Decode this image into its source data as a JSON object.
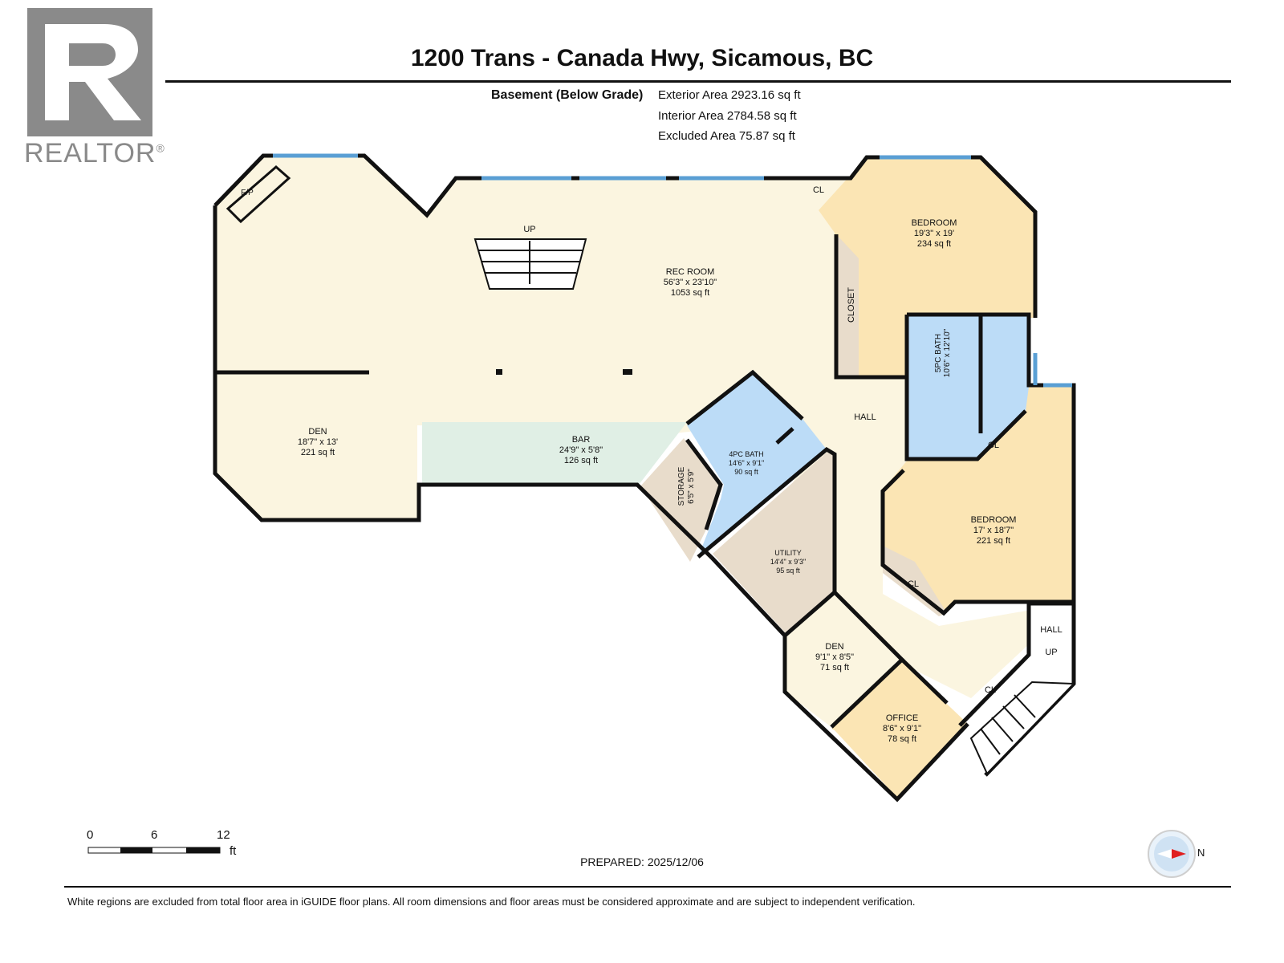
{
  "title": "1200 Trans - Canada Hwy, Sicamous, BC",
  "logo": {
    "text": "REALTOR",
    "mark": "®",
    "icon": "realtor-r-logo-icon"
  },
  "floor": {
    "name": "Basement (Below Grade)",
    "areas": [
      "Exterior Area 2923.16 sq ft",
      "Interior Area 2784.58 sq ft",
      "Excluded Area 75.87 sq ft"
    ]
  },
  "rooms": {
    "rec_room": {
      "name": "REC ROOM",
      "dims": "56'3\" x 23'10\"",
      "area": "1053 sq ft"
    },
    "bedroom_1": {
      "name": "BEDROOM",
      "dims": "19'3\" x 19'",
      "area": "234 sq ft"
    },
    "den_1": {
      "name": "DEN",
      "dims": "18'7\" x 13'",
      "area": "221 sq ft"
    },
    "bar": {
      "name": "BAR",
      "dims": "24'9\" x 5'8\"",
      "area": "126 sq ft"
    },
    "bath_4pc": {
      "name": "4PC BATH",
      "dims": "14'6\" x 9'1\"",
      "area": "90 sq ft"
    },
    "bath_5pc": {
      "name": "5PC BATH",
      "dims": "10'6\" x 12'10\""
    },
    "storage": {
      "name": "STORAGE",
      "dims": "6'5\" x 5'9\""
    },
    "utility": {
      "name": "UTILITY",
      "dims": "14'4\" x 9'3\"",
      "area": "95 sq ft"
    },
    "bedroom_2": {
      "name": "BEDROOM",
      "dims": "17' x 18'7\"",
      "area": "221 sq ft"
    },
    "den_2": {
      "name": "DEN",
      "dims": "9'1\" x 8'5\"",
      "area": "71 sq ft"
    },
    "office": {
      "name": "OFFICE",
      "dims": "8'6\" x 9'1\"",
      "area": "78 sq ft"
    }
  },
  "labels": {
    "fp": "F/P",
    "up_1": "UP",
    "up_2": "UP",
    "cl_1": "CL",
    "cl_2": "CL",
    "cl_3": "CL",
    "cl_4": "CL",
    "closet": "CLOSET",
    "hall_1": "HALL",
    "hall_2": "HALL"
  },
  "scale": {
    "ticks": [
      "0",
      "6",
      "12"
    ],
    "unit": "ft"
  },
  "prepared": "PREPARED: 2025/12/06",
  "compass_label": "N",
  "disclaimer": "White regions are excluded from total floor area in iGUIDE floor plans. All room dimensions and floor areas must be considered approximate and are subject to independent verification.",
  "colors": {
    "rec_room": "#fbf5e0",
    "bedroom": "#fbe5b4",
    "bath": "#bcdcf7",
    "bar": "#e0efe5",
    "storage": "#e8dccb",
    "wall": "#111111",
    "window": "#5a9fd4"
  }
}
